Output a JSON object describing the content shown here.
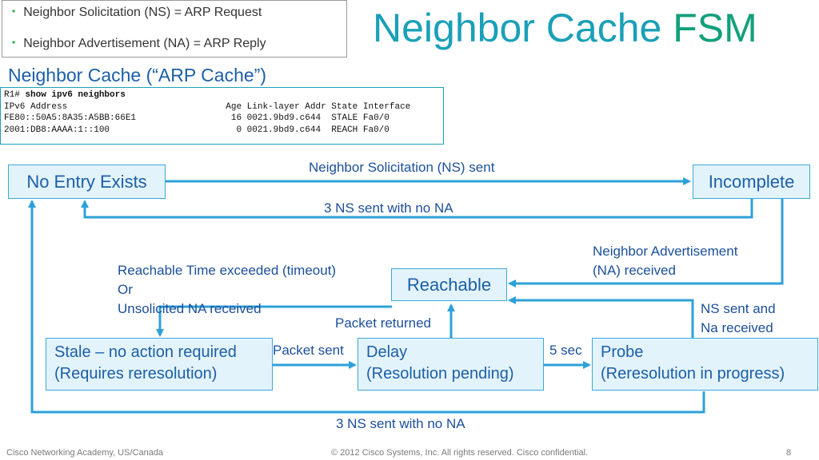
{
  "bullets": [
    "Neighbor Solicitation (NS) = ARP Request",
    "Neighbor Advertisement (NA) = ARP Reply"
  ],
  "title": {
    "main": "Neighbor Cache ",
    "accent": "FSM"
  },
  "cache_title": "Neighbor Cache (“ARP Cache”)",
  "cli": {
    "prompt": "R1#",
    "command": " show ipv6 neighbors",
    "header": "IPv6 Address                              Age Link-layer Addr State Interface",
    "rows": [
      "FE80::50A5:8A35:A5BB:66E1                  16 0021.9bd9.c644  STALE Fa0/0",
      "2001:DB8:AAAA:1::100                        0 0021.9bd9.c644  REACH Fa0/0"
    ]
  },
  "states": {
    "no_entry": "No Entry Exists",
    "incomplete": "Incomplete",
    "reachable": "Reachable",
    "stale_line1": "Stale – no action required",
    "stale_line2": "(Requires reresolution)",
    "delay_line1": "Delay",
    "delay_line2": "(Resolution pending)",
    "probe_line1": "Probe",
    "probe_line2": "(Reresolution in progress)"
  },
  "transitions": {
    "ns_sent": "Neighbor Solicitation (NS) sent",
    "three_ns_top": "3 NS sent with no NA",
    "na_received_1": "Neighbor Advertisement",
    "na_received_2": "(NA) received",
    "timeout_1": "Reachable Time exceeded (timeout)",
    "timeout_2": "Or",
    "timeout_3": "Unsolicited NA received",
    "packet_returned": "Packet returned",
    "packet_sent": "Packet sent",
    "five_sec": "5 sec",
    "ns_na_1": "NS sent and",
    "ns_na_2": "Na received",
    "three_ns_bottom": "3 NS sent with no NA"
  },
  "footer": {
    "left": "Cisco Networking Academy, US/Canada",
    "center": "© 2012 Cisco Systems, Inc. All rights reserved. Cisco confidential.",
    "page": "8"
  },
  "colors": {
    "title": "#1aa0b8",
    "accent": "#12a07c",
    "arrow": "#2ea0d8",
    "label": "#1b4f9a"
  }
}
